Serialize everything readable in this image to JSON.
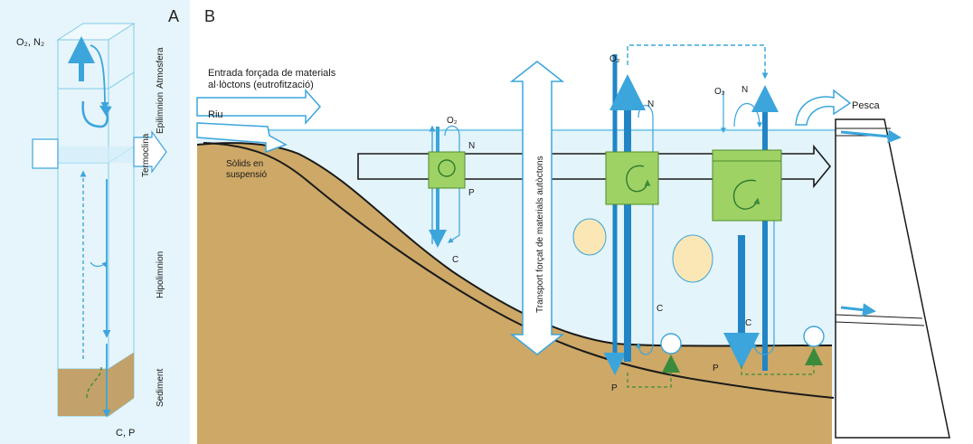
{
  "panel_a": {
    "letter": "A",
    "gases": "O₂, N₂",
    "layers": {
      "atmosphere": "Atmosfera",
      "epilimnion": "Epilimnion",
      "thermocline": "Termoclina",
      "hypolimnion": "Hipolimnion",
      "sediment": "Sediment"
    },
    "bottom_elements": "C, P"
  },
  "panel_b": {
    "letter": "B",
    "inflow_label_line1": "Entrada forçada de materials",
    "inflow_label_line2": "al·lòctons (eutrofització)",
    "river": "Riu",
    "solids_line1": "Sòlids en",
    "solids_line2": "suspensió",
    "transport_vertical": "Transport forçat de materials autòctons",
    "fishing": "Pesca",
    "nutrients": {
      "o2": "O₂",
      "n": "N",
      "c": "C",
      "p": "P"
    }
  },
  "colors": {
    "water": "#e4f4fb",
    "water_line": "#6ec3e6",
    "arrow_blue": "#3ba5dc",
    "arrow_dark_blue": "#2185c5",
    "sediment": "#cda867",
    "sediment_light": "#d8b777",
    "box_green": "#9fd264",
    "box_green_dark": "#4c8e2c",
    "cell_yellow": "#fbe7b5",
    "dam_white": "#ffffff"
  }
}
